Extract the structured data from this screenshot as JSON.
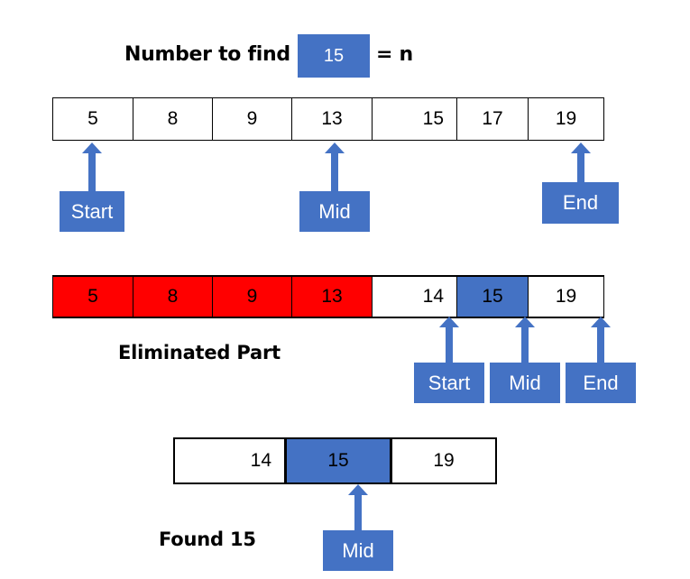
{
  "heading": {
    "label": "Number to find =",
    "value": "15",
    "suffix": "= n"
  },
  "rows": [
    {
      "name": "initial-array",
      "cells": [
        {
          "value": "5",
          "state": "normal",
          "align": "center",
          "width": 90
        },
        {
          "value": "8",
          "state": "normal",
          "align": "center",
          "width": 89
        },
        {
          "value": "9",
          "state": "normal",
          "align": "center",
          "width": 89
        },
        {
          "value": "13",
          "state": "normal",
          "align": "center",
          "width": 90
        },
        {
          "value": "15",
          "state": "normal",
          "align": "right",
          "width": 95
        },
        {
          "value": "17",
          "state": "normal",
          "align": "center",
          "width": 80
        },
        {
          "value": "19",
          "state": "normal",
          "align": "center",
          "width": 85
        }
      ],
      "pointers": [
        {
          "label": "Start"
        },
        {
          "label": "Mid"
        },
        {
          "label": "End"
        }
      ]
    },
    {
      "name": "eliminated-array",
      "cells": [
        {
          "value": "5",
          "state": "eliminated",
          "align": "center",
          "width": 90
        },
        {
          "value": "8",
          "state": "eliminated",
          "align": "center",
          "width": 89
        },
        {
          "value": "9",
          "state": "eliminated",
          "align": "center",
          "width": 89
        },
        {
          "value": "13",
          "state": "eliminated",
          "align": "center",
          "width": 90
        },
        {
          "value": "14",
          "state": "normal",
          "align": "right",
          "width": 95
        },
        {
          "value": "15",
          "state": "highlight",
          "align": "center",
          "width": 80
        },
        {
          "value": "19",
          "state": "normal",
          "align": "center",
          "width": 85
        }
      ],
      "pointers": [
        {
          "label": "Start"
        },
        {
          "label": "Mid"
        },
        {
          "label": "End"
        }
      ]
    },
    {
      "name": "final-array",
      "cells": [
        {
          "value": "14",
          "state": "normal",
          "align": "right",
          "width": 125
        },
        {
          "value": "15",
          "state": "highlight",
          "align": "center",
          "width": 118
        },
        {
          "value": "19",
          "state": "normal",
          "align": "center",
          "width": 118
        }
      ],
      "pointers": [
        {
          "label": "Mid"
        }
      ]
    }
  ],
  "captions": {
    "eliminated": "Eliminated Part",
    "found": "Found 15"
  },
  "colors": {
    "accent_blue": "#4472C4",
    "eliminated_red": "#FF0000",
    "cell_border": "#000000",
    "text_dark": "#000000",
    "text_light": "#FFFFFF",
    "background": "#FFFFFF"
  }
}
